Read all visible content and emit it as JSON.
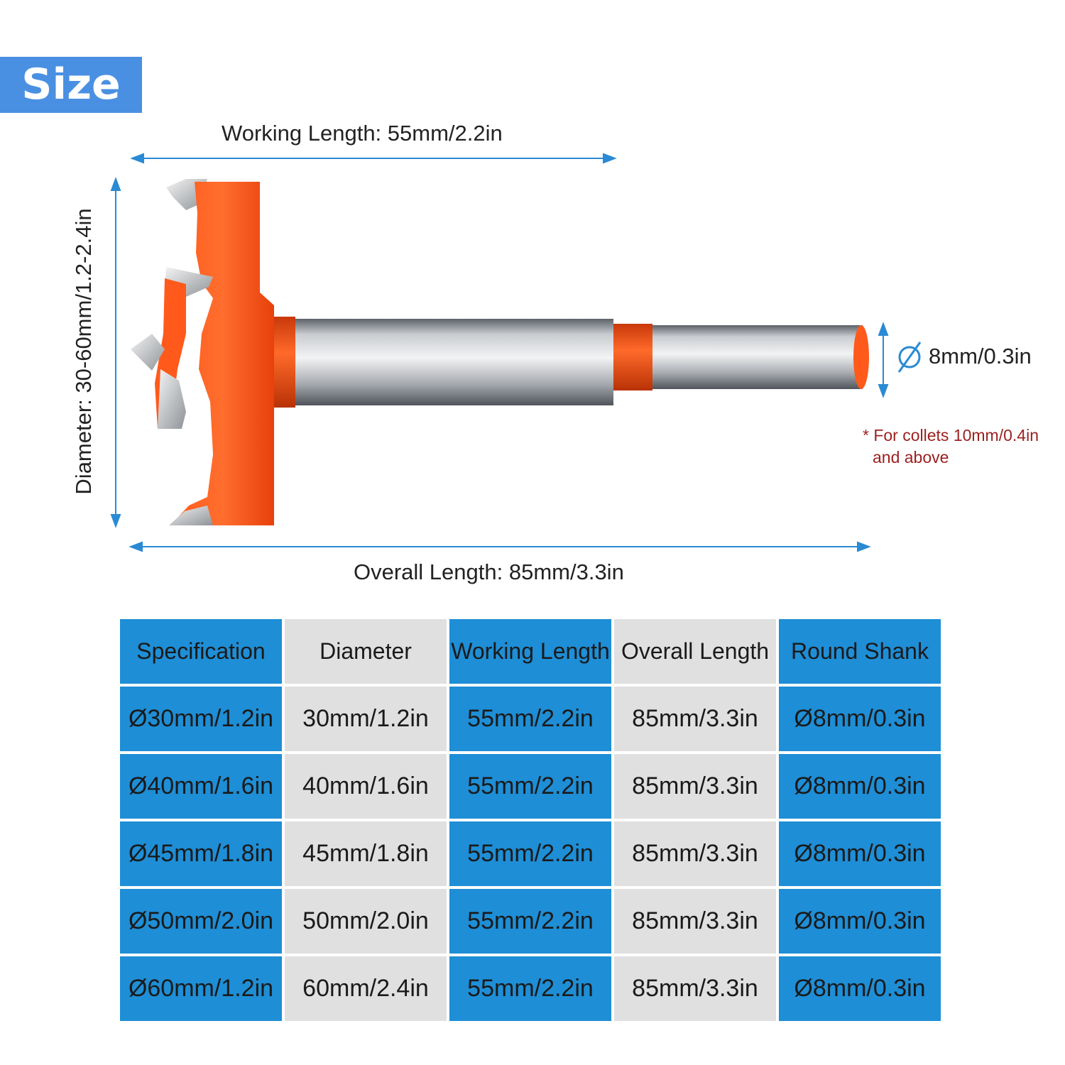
{
  "badge": {
    "label": "Size"
  },
  "dimensions": {
    "working_length": "Working Length: 55mm/2.2in",
    "overall_length": "Overall Length: 85mm/3.3in",
    "diameter": "Diameter: 30-60mm/1.2-2.4in",
    "shank": "8mm/0.3in",
    "note_line1": "* For collets 10mm/0.4in",
    "note_line2": "and above"
  },
  "colors": {
    "badge": "#4a90e2",
    "arrow": "#2a8ad4",
    "orange": "#ff4a12",
    "steel": "#9aa0a6",
    "header_blue": "#1e8ed6",
    "cell_gray": "#e0e0e0",
    "note": "#9c1f1f"
  },
  "table": {
    "headers": [
      "Specification",
      "Diameter",
      "Working Length",
      "Overall Length",
      "Round Shank"
    ],
    "rows": [
      [
        "Ø30mm/1.2in",
        "30mm/1.2in",
        "55mm/2.2in",
        "85mm/3.3in",
        "Ø8mm/0.3in"
      ],
      [
        "Ø40mm/1.6in",
        "40mm/1.6in",
        "55mm/2.2in",
        "85mm/3.3in",
        "Ø8mm/0.3in"
      ],
      [
        "Ø45mm/1.8in",
        "45mm/1.8in",
        "55mm/2.2in",
        "85mm/3.3in",
        "Ø8mm/0.3in"
      ],
      [
        "Ø50mm/2.0in",
        "50mm/2.0in",
        "55mm/2.2in",
        "85mm/3.3in",
        "Ø8mm/0.3in"
      ],
      [
        "Ø60mm/1.2in",
        "60mm/2.4in",
        "55mm/2.2in",
        "85mm/3.3in",
        "Ø8mm/0.3in"
      ]
    ]
  }
}
